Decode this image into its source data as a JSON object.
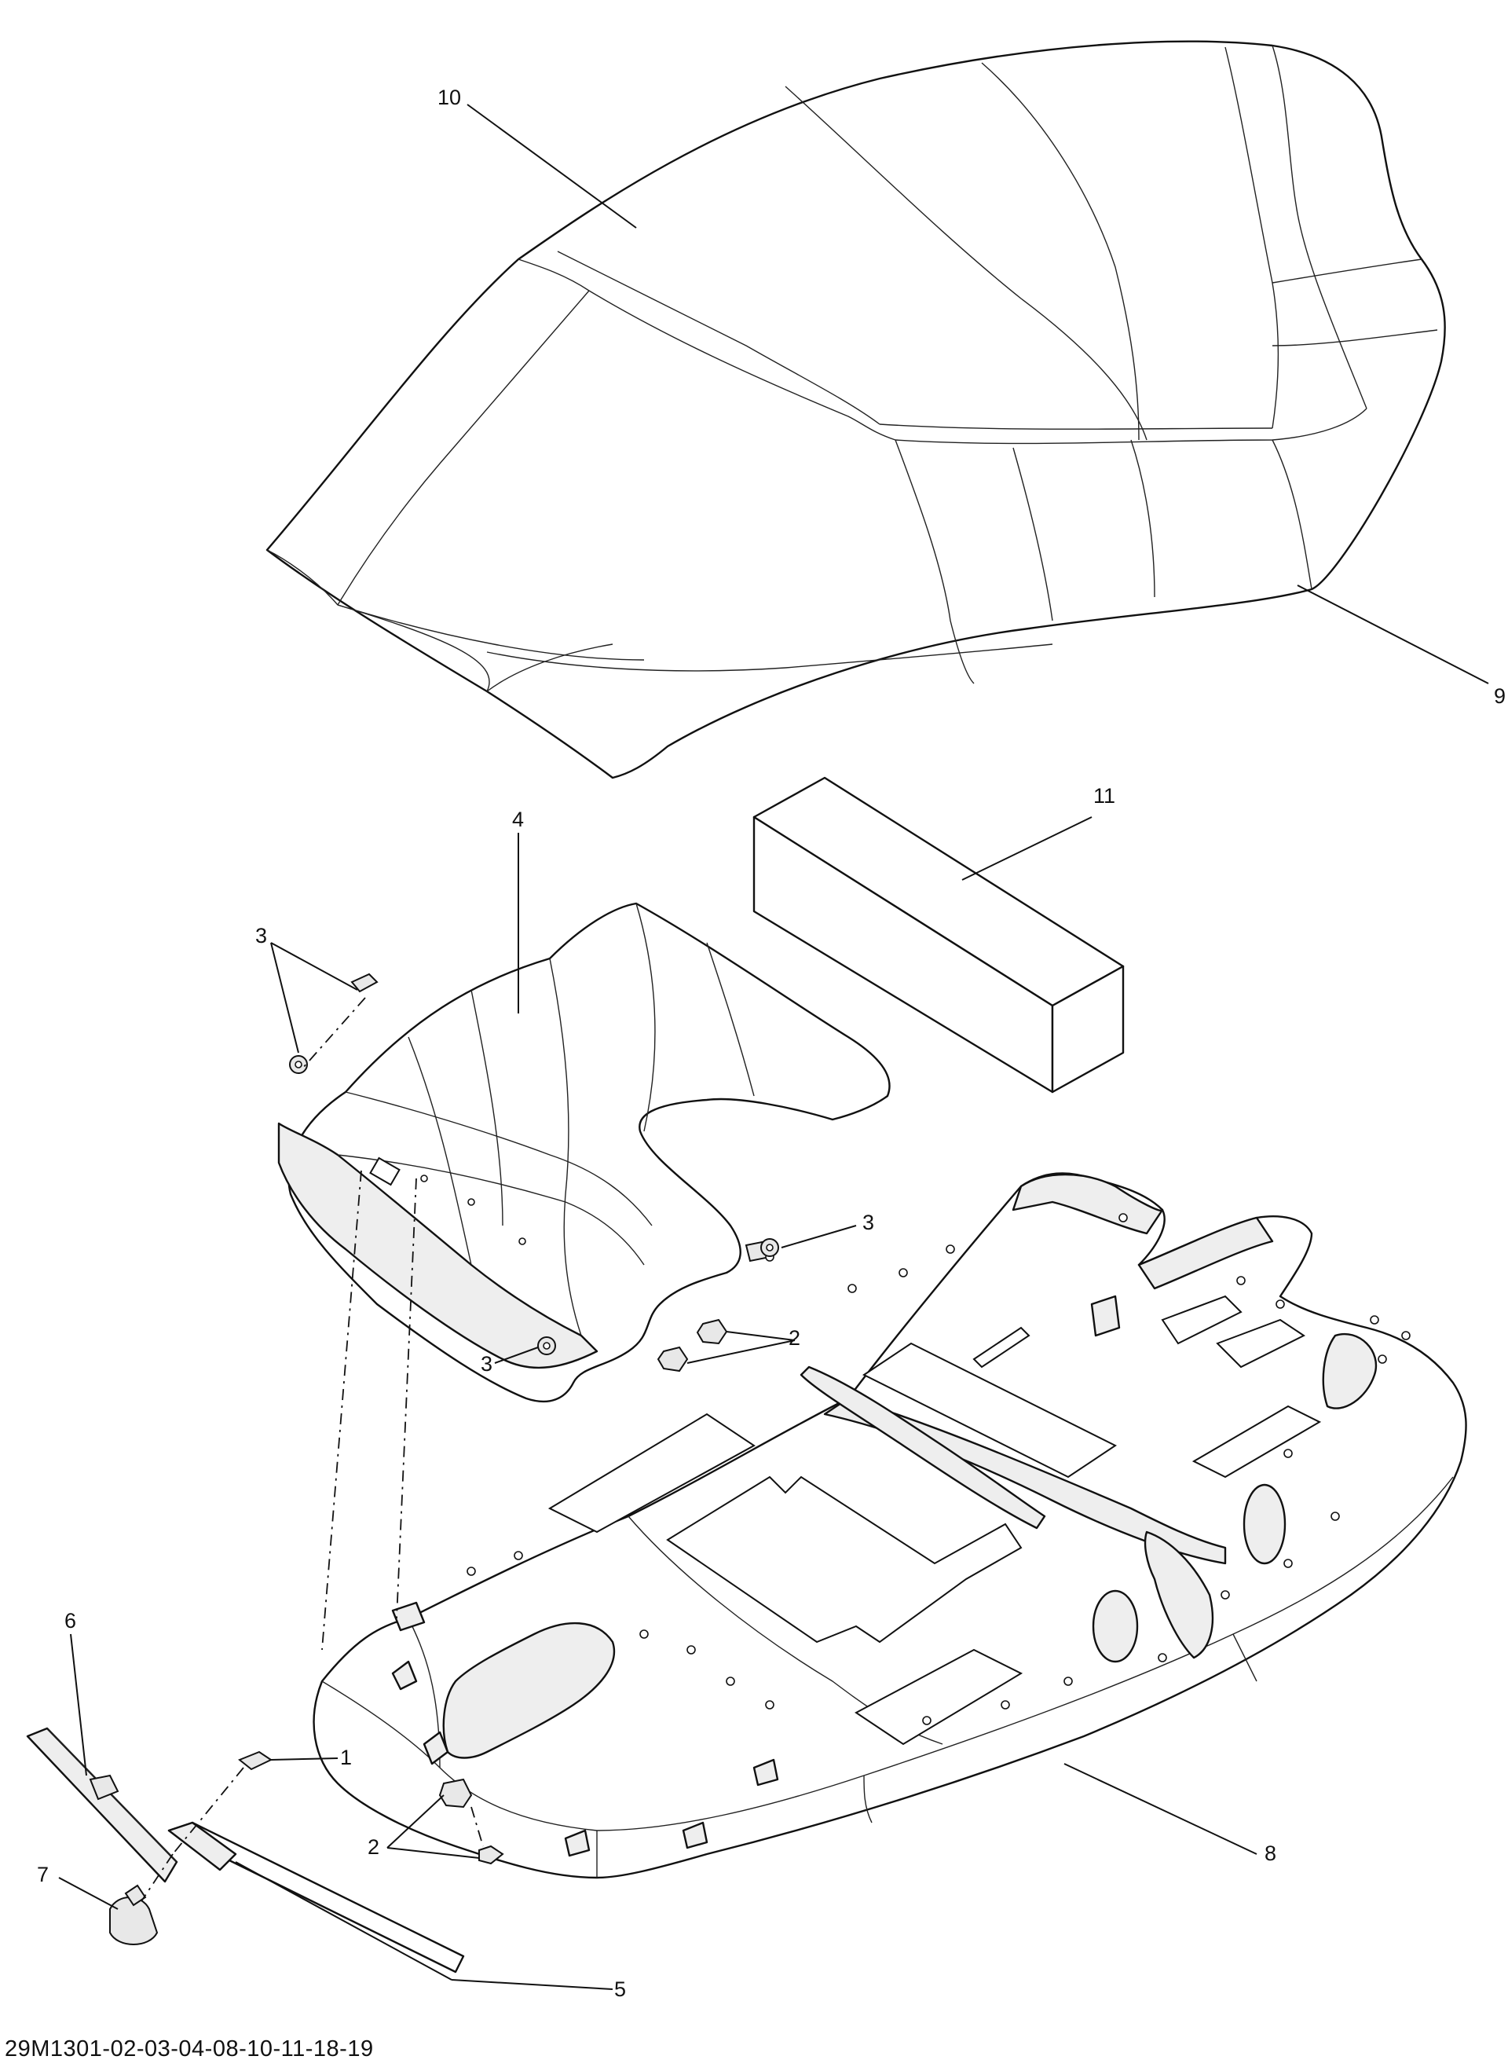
{
  "diagram": {
    "reference_code": "29M1301-02-03-04-08-10-11-18-19",
    "callouts": {
      "c1": "1",
      "c2a": "2",
      "c2b": "2",
      "c3a": "3",
      "c3b": "3",
      "c3c": "3",
      "c4": "4",
      "c5": "5",
      "c6": "6",
      "c7": "7",
      "c8": "8",
      "c9": "9",
      "c10": "10",
      "c11": "11"
    }
  }
}
